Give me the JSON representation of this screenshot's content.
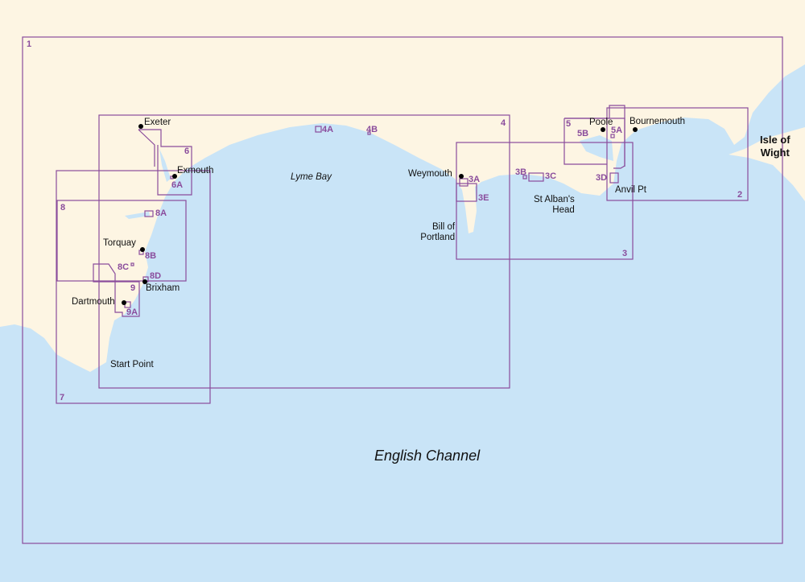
{
  "colors": {
    "land": "#fdf5e3",
    "sea": "#c9e4f7",
    "chart_border": "#8a4c9c"
  },
  "places": {
    "exeter": "Exeter",
    "exmouth": "Exmouth",
    "torquay": "Torquay",
    "brixham": "Brixham",
    "dartmouth": "Dartmouth",
    "start_point": "Start Point",
    "lyme_bay": "Lyme Bay",
    "weymouth": "Weymouth",
    "bill_of_portland_1": "Bill of",
    "bill_of_portland_2": "Portland",
    "st_albans_1": "St Alban's",
    "st_albans_2": "Head",
    "anvil_pt": "Anvil Pt",
    "poole": "Poole",
    "bournemouth": "Bournemouth",
    "isle_of_wight_1": "Isle of",
    "isle_of_wight_2": "Wight",
    "english_channel": "English Channel"
  },
  "charts": {
    "c1": "1",
    "c2": "2",
    "c3": "3",
    "c3a": "3A",
    "c3b": "3B",
    "c3c": "3C",
    "c3d": "3D",
    "c3e": "3E",
    "c4": "4",
    "c4a": "4A",
    "c4b": "4B",
    "c5": "5",
    "c5a": "5A",
    "c5b": "5B",
    "c6": "6",
    "c6a": "6A",
    "c7": "7",
    "c8": "8",
    "c8a": "8A",
    "c8b": "8B",
    "c8c": "8C",
    "c8d": "8D",
    "c9": "9",
    "c9a": "9A"
  }
}
